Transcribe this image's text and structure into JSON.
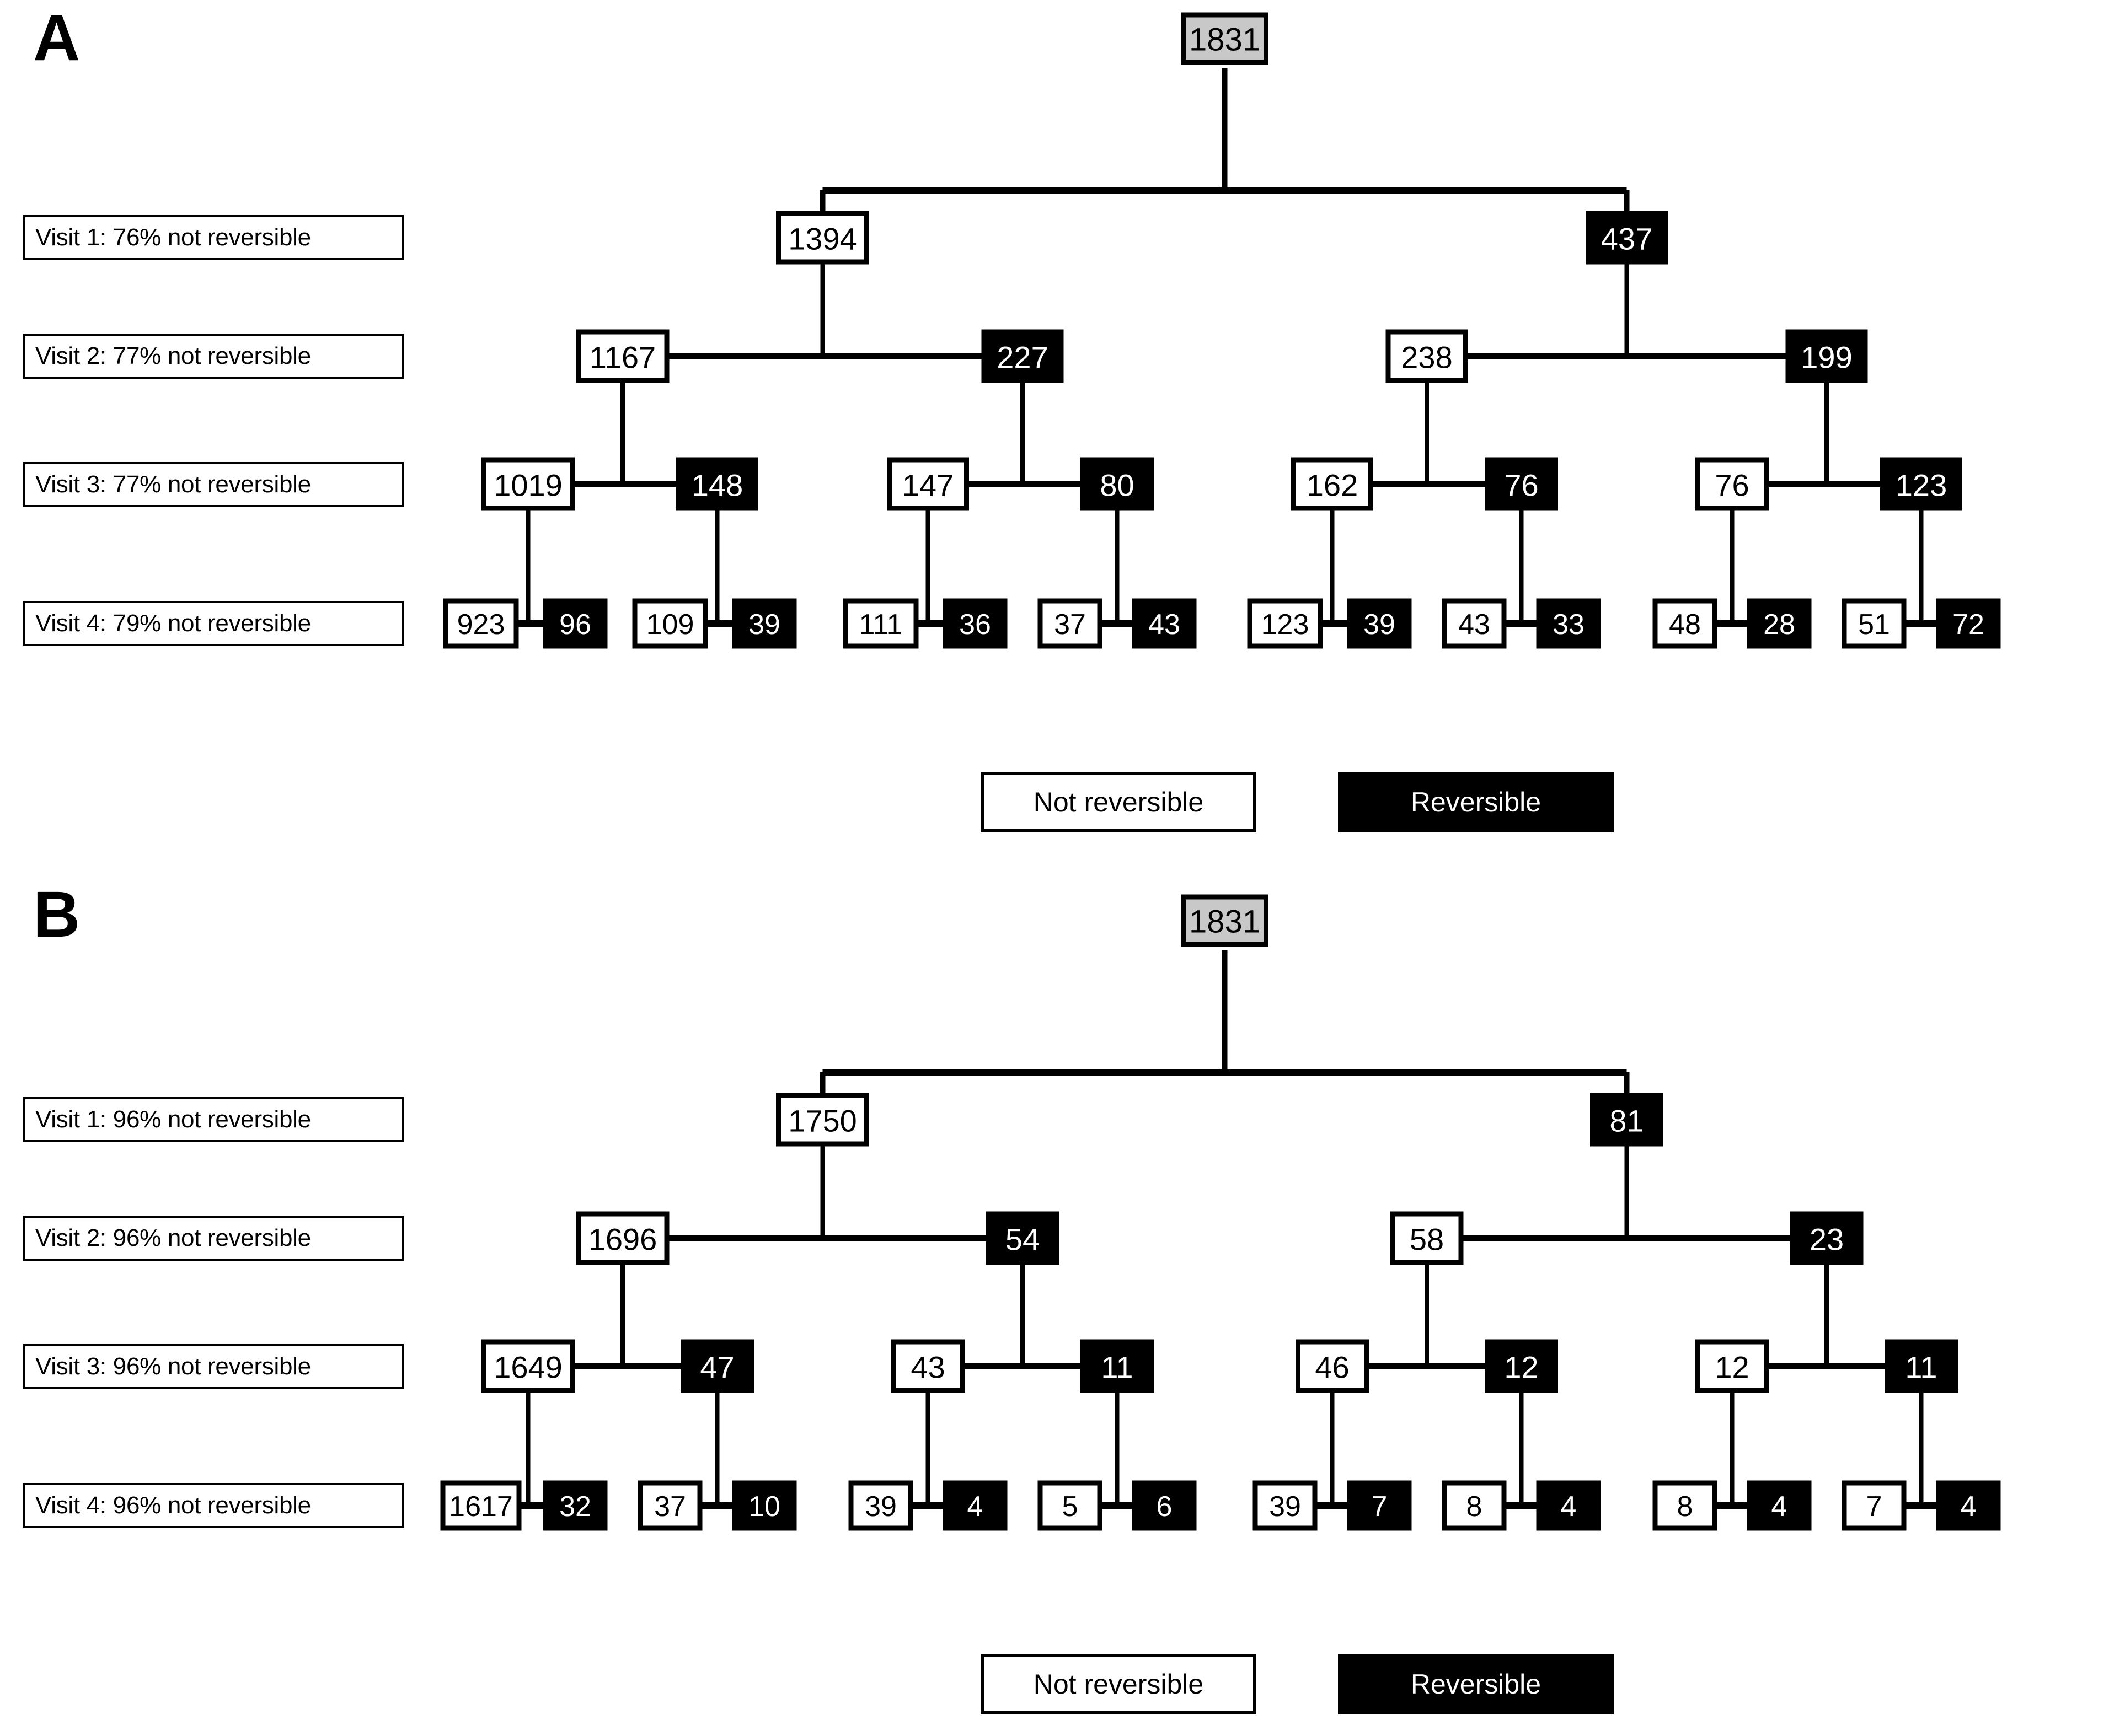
{
  "figure": {
    "legend": {
      "not_reversible_label": "Not reversible",
      "reversible_label": "Reversible"
    },
    "colors": {
      "not_reversible_fill": "#ffffff",
      "reversible_fill": "#000000",
      "root_fill": "#c8c8c8",
      "stroke": "#000000",
      "background": "#ffffff"
    }
  },
  "chart_data": {
    "type": "diagram",
    "title": "",
    "panels": [
      {
        "id": "A",
        "letter": "A",
        "visit_labels": [
          "Visit 1: 76% not reversible",
          "Visit 2: 77% not reversible",
          "Visit 3: 77% not reversible",
          "Visit 4: 79% not reversible"
        ],
        "root": {
          "value": "1831",
          "state": "root"
        },
        "levels": [
          {
            "visit": 1,
            "nodes": [
              {
                "value": "1394",
                "state": "not_reversible"
              },
              {
                "value": "437",
                "state": "reversible"
              }
            ]
          },
          {
            "visit": 2,
            "nodes": [
              {
                "value": "1167",
                "state": "not_reversible"
              },
              {
                "value": "227",
                "state": "reversible"
              },
              {
                "value": "238",
                "state": "not_reversible"
              },
              {
                "value": "199",
                "state": "reversible"
              }
            ]
          },
          {
            "visit": 3,
            "nodes": [
              {
                "value": "1019",
                "state": "not_reversible"
              },
              {
                "value": "148",
                "state": "reversible"
              },
              {
                "value": "147",
                "state": "not_reversible"
              },
              {
                "value": "80",
                "state": "reversible"
              },
              {
                "value": "162",
                "state": "not_reversible"
              },
              {
                "value": "76",
                "state": "reversible"
              },
              {
                "value": "76",
                "state": "not_reversible"
              },
              {
                "value": "123",
                "state": "reversible"
              }
            ]
          },
          {
            "visit": 4,
            "nodes": [
              {
                "value": "923",
                "state": "not_reversible"
              },
              {
                "value": "96",
                "state": "reversible"
              },
              {
                "value": "109",
                "state": "not_reversible"
              },
              {
                "value": "39",
                "state": "reversible"
              },
              {
                "value": "111",
                "state": "not_reversible"
              },
              {
                "value": "36",
                "state": "reversible"
              },
              {
                "value": "37",
                "state": "not_reversible"
              },
              {
                "value": "43",
                "state": "reversible"
              },
              {
                "value": "123",
                "state": "not_reversible"
              },
              {
                "value": "39",
                "state": "reversible"
              },
              {
                "value": "43",
                "state": "not_reversible"
              },
              {
                "value": "33",
                "state": "reversible"
              },
              {
                "value": "48",
                "state": "not_reversible"
              },
              {
                "value": "28",
                "state": "reversible"
              },
              {
                "value": "51",
                "state": "not_reversible"
              },
              {
                "value": "72",
                "state": "reversible"
              }
            ]
          }
        ]
      },
      {
        "id": "B",
        "letter": "B",
        "visit_labels": [
          "Visit 1: 96% not reversible",
          "Visit 2: 96% not reversible",
          "Visit 3: 96% not reversible",
          "Visit 4: 96% not reversible"
        ],
        "root": {
          "value": "1831",
          "state": "root"
        },
        "levels": [
          {
            "visit": 1,
            "nodes": [
              {
                "value": "1750",
                "state": "not_reversible"
              },
              {
                "value": "81",
                "state": "reversible"
              }
            ]
          },
          {
            "visit": 2,
            "nodes": [
              {
                "value": "1696",
                "state": "not_reversible"
              },
              {
                "value": "54",
                "state": "reversible"
              },
              {
                "value": "58",
                "state": "not_reversible"
              },
              {
                "value": "23",
                "state": "reversible"
              }
            ]
          },
          {
            "visit": 3,
            "nodes": [
              {
                "value": "1649",
                "state": "not_reversible"
              },
              {
                "value": "47",
                "state": "reversible"
              },
              {
                "value": "43",
                "state": "not_reversible"
              },
              {
                "value": "11",
                "state": "reversible"
              },
              {
                "value": "46",
                "state": "not_reversible"
              },
              {
                "value": "12",
                "state": "reversible"
              },
              {
                "value": "12",
                "state": "not_reversible"
              },
              {
                "value": "11",
                "state": "reversible"
              }
            ]
          },
          {
            "visit": 4,
            "nodes": [
              {
                "value": "1617",
                "state": "not_reversible"
              },
              {
                "value": "32",
                "state": "reversible"
              },
              {
                "value": "37",
                "state": "not_reversible"
              },
              {
                "value": "10",
                "state": "reversible"
              },
              {
                "value": "39",
                "state": "not_reversible"
              },
              {
                "value": "4",
                "state": "reversible"
              },
              {
                "value": "5",
                "state": "not_reversible"
              },
              {
                "value": "6",
                "state": "reversible"
              },
              {
                "value": "39",
                "state": "not_reversible"
              },
              {
                "value": "7",
                "state": "reversible"
              },
              {
                "value": "8",
                "state": "not_reversible"
              },
              {
                "value": "4",
                "state": "reversible"
              },
              {
                "value": "8",
                "state": "not_reversible"
              },
              {
                "value": "4",
                "state": "reversible"
              },
              {
                "value": "7",
                "state": "not_reversible"
              },
              {
                "value": "4",
                "state": "reversible"
              }
            ]
          }
        ]
      }
    ]
  }
}
